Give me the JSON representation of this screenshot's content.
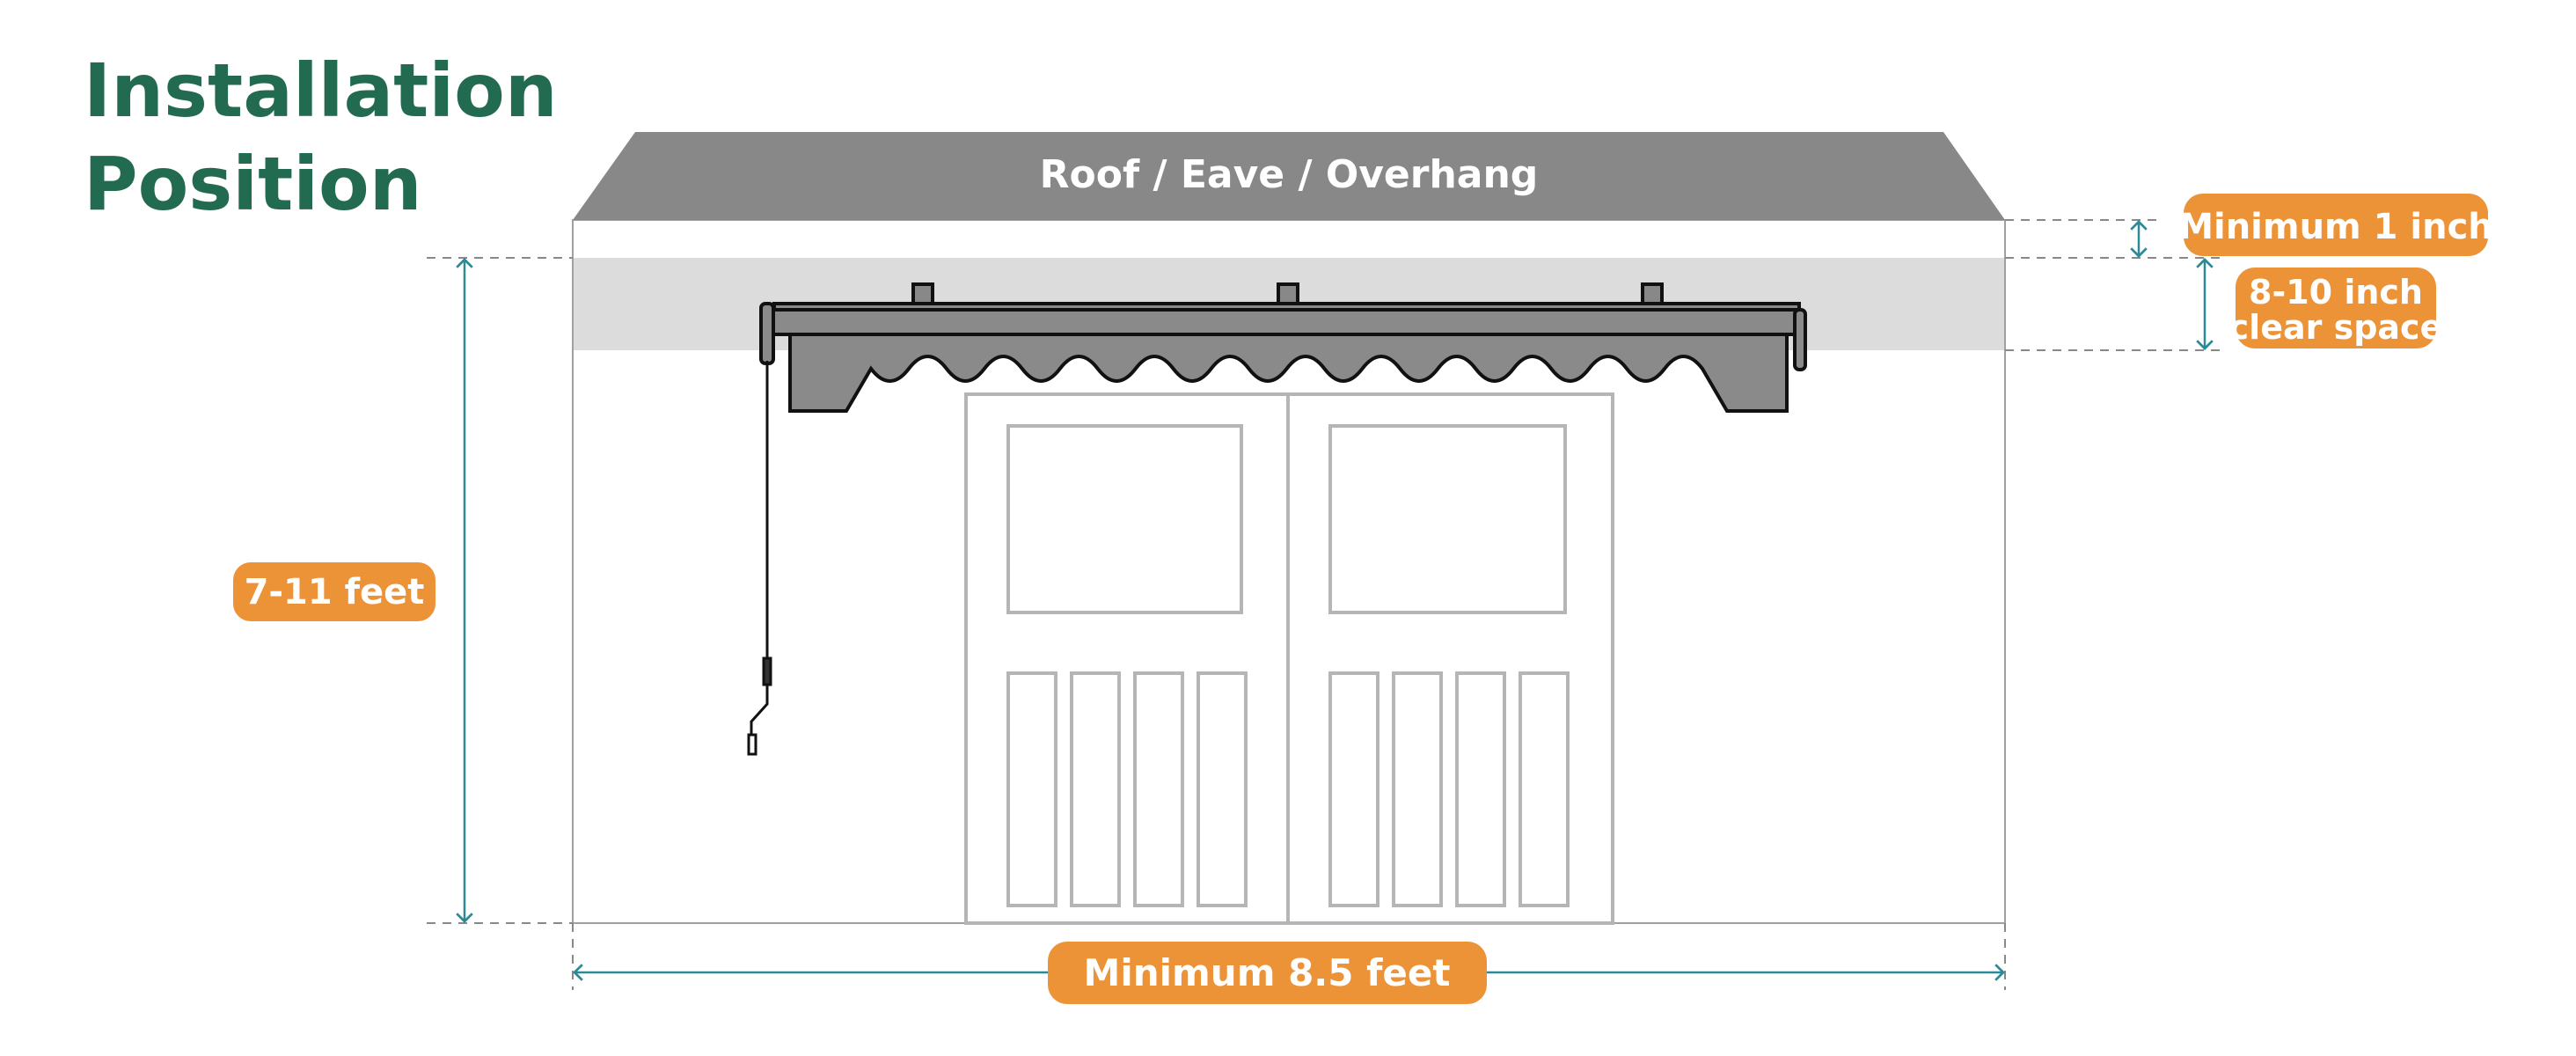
{
  "title": {
    "line1": "Installation",
    "line2": "Position"
  },
  "roof_label": "Roof / Eave / Overhang",
  "dimensions": {
    "min_roof_gap": "Minimum 1 inch",
    "clear_space_line1": "8-10 inch",
    "clear_space_line2": "clear space",
    "height": "7-11 feet",
    "width": "Minimum 8.5 feet"
  },
  "colors": {
    "accent": "#ec9237",
    "dimension_line": "#2b8a96",
    "title": "#236b50",
    "roof": "#888888",
    "awning": "#8a8a8a",
    "clear_band": "#dcdcdc"
  }
}
